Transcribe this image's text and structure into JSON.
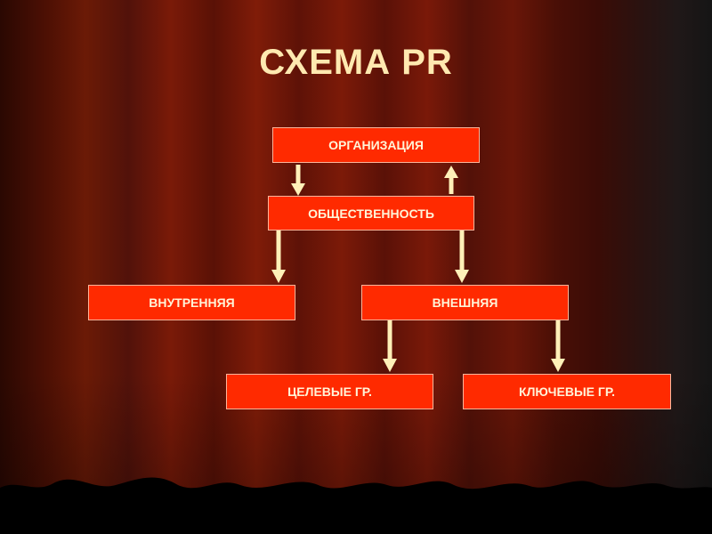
{
  "title": "СХЕМА PR",
  "nodes": {
    "organization": "ОРГАНИЗАЦИЯ",
    "public": "ОБЩЕСТВЕННОСТЬ",
    "internal": "ВНУТРЕННЯЯ",
    "external": "ВНЕШНЯЯ",
    "target_groups": "ЦЕЛЕВЫЕ ГР.",
    "key_groups": "КЛЮЧЕВЫЕ ГР."
  },
  "colors": {
    "box_fill": "#ff2a00",
    "box_text": "#fff4d8",
    "arrow": "#fff0b8",
    "title": "#ffe9b0"
  }
}
